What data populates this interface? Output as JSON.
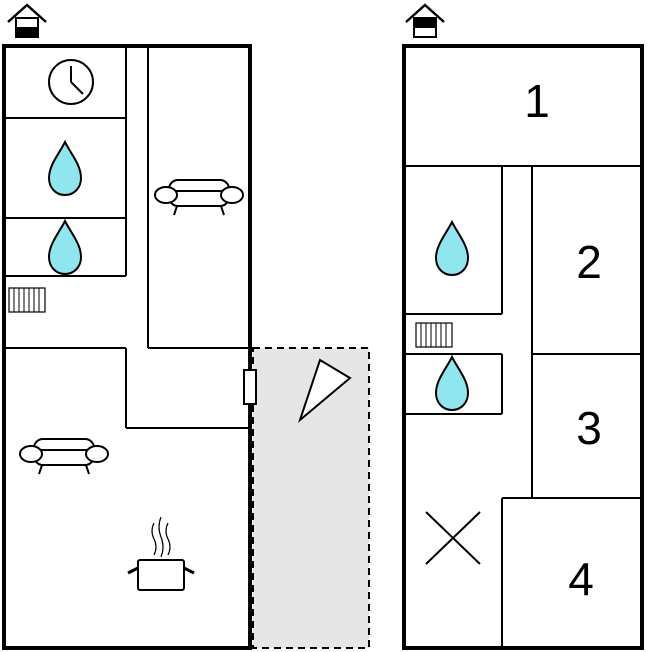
{
  "floors": [
    {
      "id": "ground",
      "marker_icon": "house-level-lower-icon",
      "rooms": [
        {
          "id": "utility",
          "icon": "clock-icon"
        },
        {
          "id": "bathroom-1",
          "icon": "water-drop-icon"
        },
        {
          "id": "bathroom-2",
          "icon": "water-drop-icon"
        },
        {
          "id": "living-room-upper",
          "icon": "sofa-icon"
        },
        {
          "id": "living-room-lower",
          "icon": "sofa-icon"
        },
        {
          "id": "kitchen",
          "icon": "cooking-pot-icon"
        },
        {
          "id": "heater",
          "icon": "radiator-icon"
        }
      ]
    },
    {
      "id": "upper",
      "marker_icon": "house-level-upper-icon",
      "rooms": [
        {
          "id": "bedroom-1",
          "label": "1"
        },
        {
          "id": "bedroom-2",
          "label": "2"
        },
        {
          "id": "bedroom-3",
          "label": "3"
        },
        {
          "id": "bedroom-4",
          "label": "4"
        },
        {
          "id": "bathroom-3",
          "icon": "water-drop-icon"
        },
        {
          "id": "bathroom-4",
          "icon": "water-drop-icon"
        },
        {
          "id": "heater",
          "icon": "radiator-icon"
        },
        {
          "id": "void",
          "icon": "cross-icon"
        }
      ]
    }
  ],
  "terrace": {
    "fill": "#e6e6e6",
    "icon": "terrace-triangle-icon"
  },
  "colors": {
    "water": "#8fe6ee",
    "wall": "#000000"
  }
}
